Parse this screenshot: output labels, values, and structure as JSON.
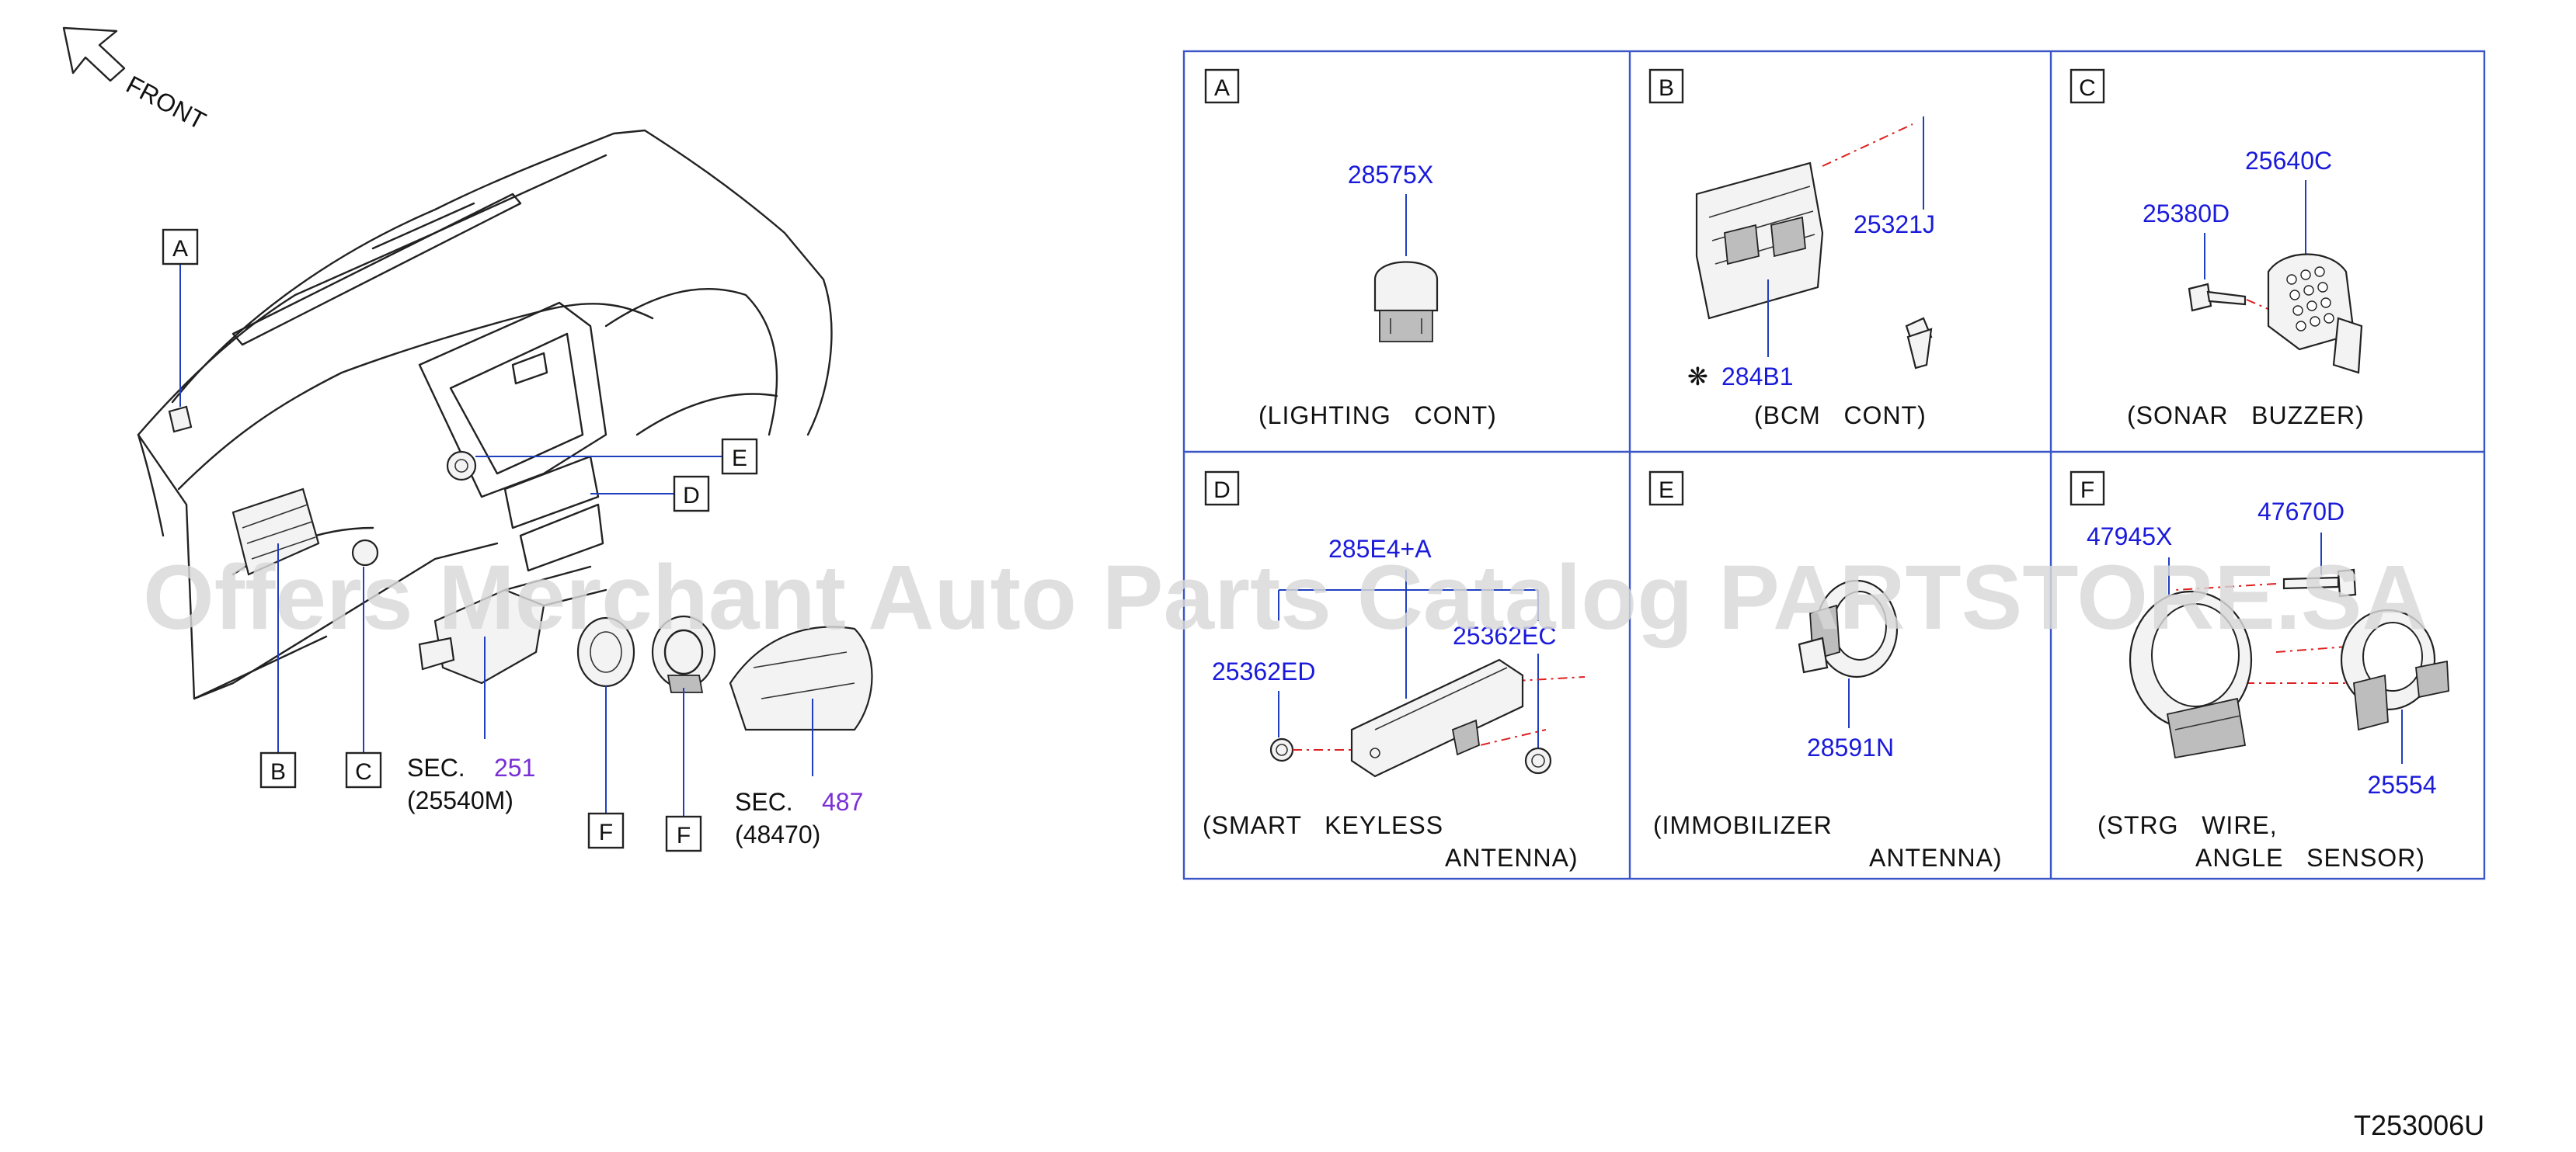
{
  "overview": {
    "front_label": "FRONT",
    "markers": [
      "A",
      "B",
      "C",
      "D",
      "E",
      "F",
      "F"
    ],
    "sec_251": {
      "prefix": "SEC.",
      "num": "251",
      "part": "(25540M)"
    },
    "sec_487": {
      "prefix": "SEC.",
      "num": "487",
      "part": "(48470)"
    }
  },
  "panels": {
    "A": {
      "letter": "A",
      "part": "28575X",
      "caption": "(LIGHTING   CONT)"
    },
    "B": {
      "letter": "B",
      "parts": [
        "25321J",
        "284B1"
      ],
      "note_symbol": "❋",
      "caption": "(BCM   CONT)"
    },
    "C": {
      "letter": "C",
      "parts": [
        "25640C",
        "25380D"
      ],
      "caption": "(SONAR   BUZZER)"
    },
    "D": {
      "letter": "D",
      "parts": [
        "285E4+A",
        "25362EC",
        "25362ED"
      ],
      "caption_1": "(SMART   KEYLESS",
      "caption_2": "ANTENNA)"
    },
    "E": {
      "letter": "E",
      "part": "28591N",
      "caption_1": "(IMMOBILIZER",
      "caption_2": "ANTENNA)"
    },
    "F": {
      "letter": "F",
      "parts": [
        "47945X",
        "47670D",
        "25554"
      ],
      "caption_1": "(STRG   WIRE,",
      "caption_2": "ANGLE   SENSOR)"
    }
  },
  "diagram_code": "T253006U",
  "watermark": "Offers Merchant Auto Parts Catalog PARTSTORE.SA",
  "colors": {
    "part_number": "#1a1adb",
    "section_ref": "#7a2fd6",
    "frame": "#3a56c6",
    "leader_dash": "#e02020"
  }
}
